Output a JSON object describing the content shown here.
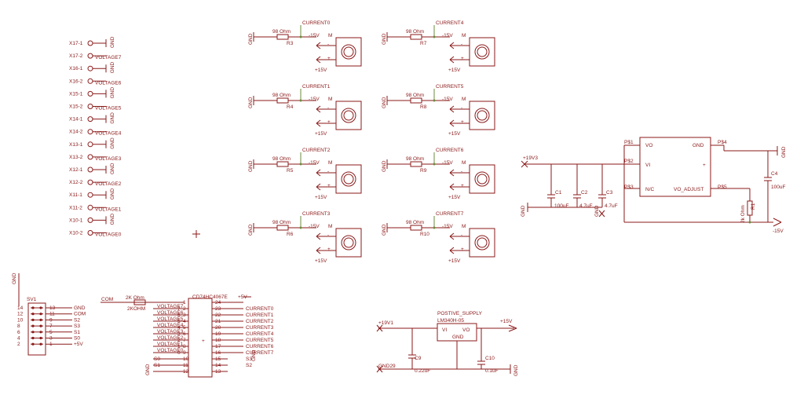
{
  "connectors": [
    {
      "pin": "X17-1",
      "net": "GND"
    },
    {
      "pin": "X17-2",
      "net": "VOLTAGE7"
    },
    {
      "pin": "X16-1",
      "net": "GND"
    },
    {
      "pin": "X16-2",
      "net": "VOLTAGE6"
    },
    {
      "pin": "X15-1",
      "net": "GND"
    },
    {
      "pin": "X15-2",
      "net": "VOLTAGE5"
    },
    {
      "pin": "X14-1",
      "net": "GND"
    },
    {
      "pin": "X14-2",
      "net": "VOLTAGE4"
    },
    {
      "pin": "X13-1",
      "net": "GND"
    },
    {
      "pin": "X13-2",
      "net": "VOLTAGE3"
    },
    {
      "pin": "X12-1",
      "net": "GND"
    },
    {
      "pin": "X12-2",
      "net": "VOLTAGE2"
    },
    {
      "pin": "X11-1",
      "net": "GND"
    },
    {
      "pin": "X11-2",
      "net": "VOLTAGE1"
    },
    {
      "pin": "X10-1",
      "net": "GND"
    },
    {
      "pin": "X10-2",
      "net": "VOLTAGE0"
    }
  ],
  "current_channels": [
    {
      "name": "CURRENT0",
      "res": "R3"
    },
    {
      "name": "CURRENT1",
      "res": "R4"
    },
    {
      "name": "CURRENT2",
      "res": "R5"
    },
    {
      "name": "CURRENT3",
      "res": "R6"
    },
    {
      "name": "CURRENT4",
      "res": "R7"
    },
    {
      "name": "CURRENT5",
      "res": "R8"
    },
    {
      "name": "CURRENT6",
      "res": "R9"
    },
    {
      "name": "CURRENT7",
      "res": "R10"
    }
  ],
  "labels": {
    "gnd": "GND",
    "ohm98": "98 Ohm",
    "m15v": "-15V",
    "p15v": "+15V",
    "m": "M",
    "minus": "-",
    "plus": "+"
  },
  "neg_supply": {
    "p19v3": "+19V3",
    "c1": "C1",
    "c1v": "100uF",
    "c2": "C2",
    "c2v": "4.7uF",
    "c3": "C3",
    "c3v": "4.7uF",
    "gnd": "GND",
    "p1": "P$1",
    "p2": "P$2",
    "p3": "P$3",
    "p4": "P$4",
    "p5": "P$5",
    "vo": "VO",
    "vi": "VI",
    "nc": "N/C",
    "gndpin": "GND",
    "plus": "+",
    "voadj": "VO_ADJUST",
    "c4": "C4",
    "c4v": "100uF",
    "r1": "R1",
    "r1v": "2k Ohm",
    "m15v": "-15V"
  },
  "sv1": {
    "name": "SV1",
    "gnd": "GND",
    "left_pins": [
      "14",
      "12",
      "10",
      "8",
      "6",
      "4",
      "2"
    ],
    "right_pins": [
      "13",
      "11",
      "9",
      "7",
      "5",
      "3",
      "1"
    ],
    "nets": [
      "GND",
      "COM",
      "S2",
      "S3",
      "S1",
      "S0",
      "+5V"
    ]
  },
  "mux": {
    "com": "COM",
    "r2v": "2K Ohm",
    "r2": "2KOHM",
    "title": "CD74HC4067E",
    "p5v": "+5V",
    "gnd": "GND",
    "left_nets": [
      "VOLTAGE7",
      "VOLTAGE6",
      "VOLTAGE5",
      "VOLTAGE4",
      "VOLTAGE3",
      "VOLTAGE2",
      "VOLTAGE1",
      "VOLTAGE0"
    ],
    "left_pins": [
      "1",
      "2",
      "3",
      "4",
      "5",
      "6",
      "7",
      "8",
      "9",
      "10",
      "11",
      "12"
    ],
    "left_codes": [
      "7",
      "6",
      "5",
      "4",
      "3",
      "2",
      "1",
      "0"
    ],
    "left_s": [
      "S0",
      "S1"
    ],
    "right_pins": [
      "24",
      "23",
      "22",
      "21",
      "20",
      "19",
      "18",
      "17",
      "16",
      "15",
      "14",
      "13"
    ],
    "right_nets": [
      "CURRENT0",
      "CURRENT1",
      "CURRENT2",
      "CURRENT3",
      "CURRENT4",
      "CURRENT5",
      "CURRENT6",
      "CURRENT7"
    ],
    "right_s": [
      "S3",
      "S2"
    ]
  },
  "pos_supply": {
    "title": "POSTIVE_SUPPLY",
    "ic": "LM340H-05",
    "p19v1": "+19V1",
    "p15v": "+15V",
    "vi": "VI",
    "vo": "VO",
    "gnd": "GND",
    "gnd29": "GND29",
    "c9": "C9",
    "c9v": "0.22uF",
    "c10": "C10",
    "c10v": "0.1uF"
  }
}
